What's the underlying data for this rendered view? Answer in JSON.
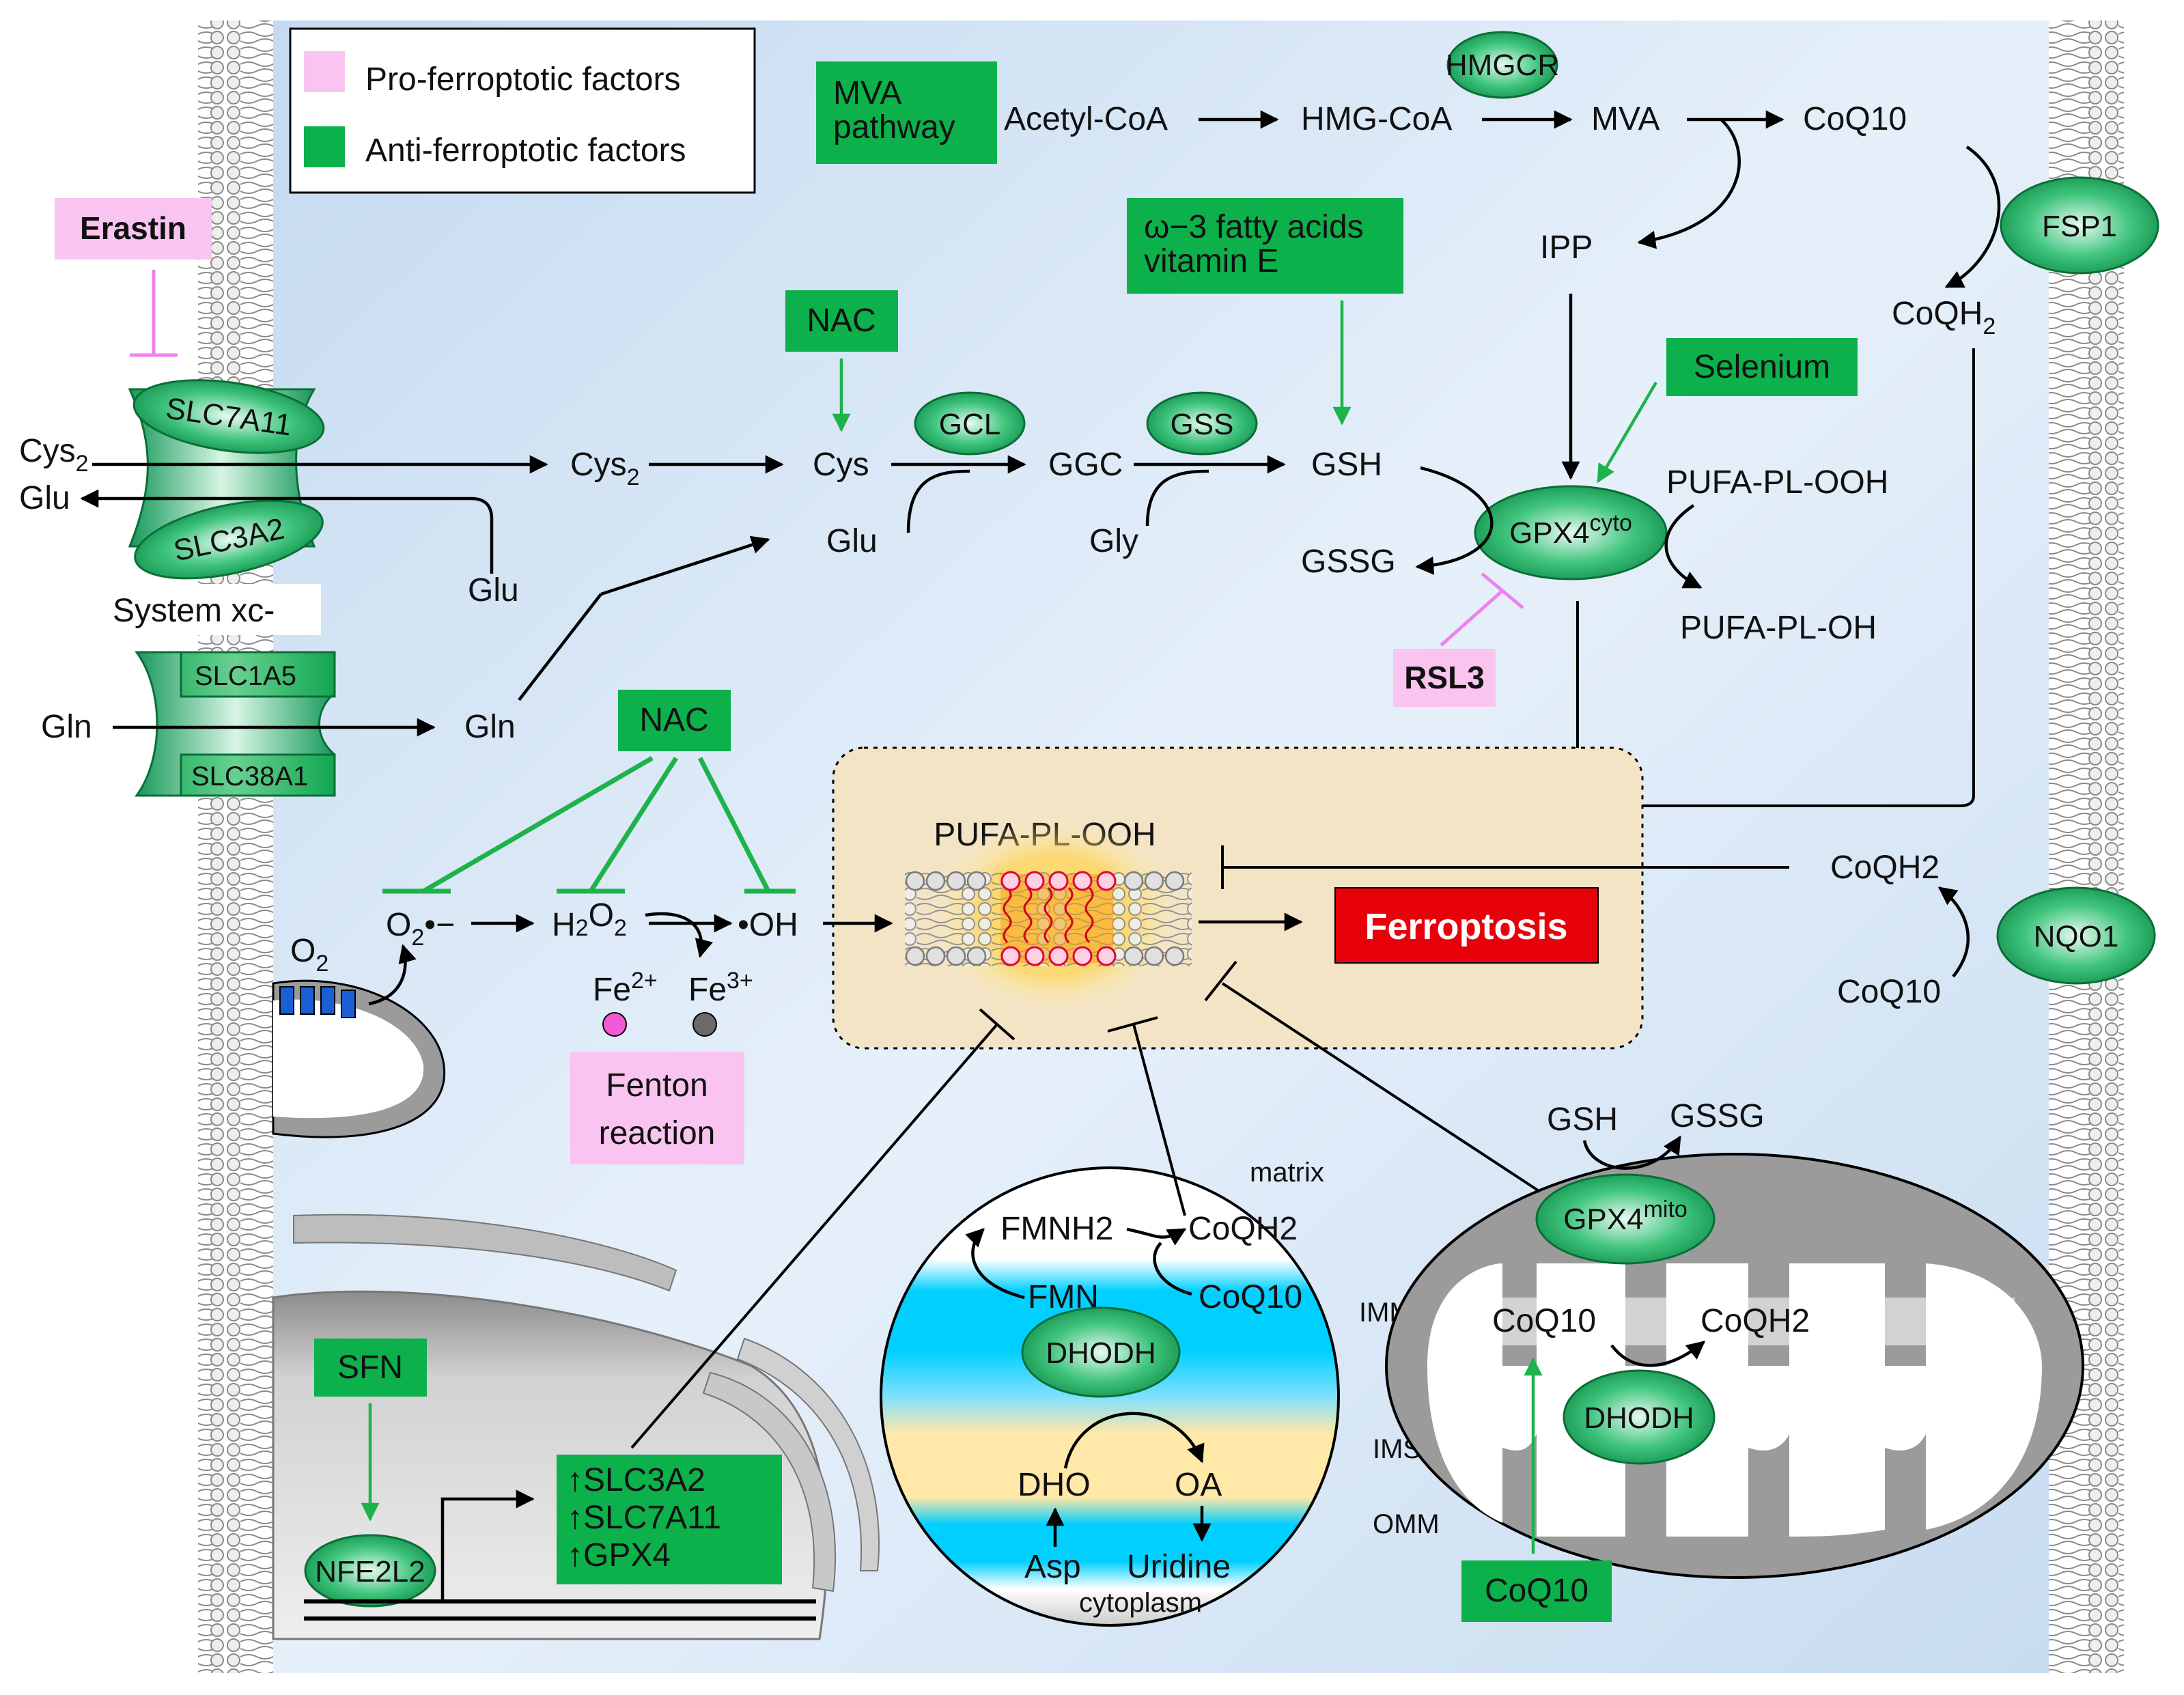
{
  "colors": {
    "pro_ferroptotic": "#f9c4f0",
    "anti_ferroptotic": "#0cb14b",
    "ferroptosis_box": "#e8000b",
    "cell_background": "#d9e8f5",
    "membrane_region": "#f3e4c6"
  },
  "legend": {
    "pro": "Pro-ferroptotic factors",
    "anti": "Anti-ferroptotic factors"
  },
  "mva_pathway": {
    "box": [
      "MVA",
      "pathway"
    ],
    "acetyl_coa": "Acetyl-CoA",
    "hmg_coa": "HMG-CoA",
    "hmgcr": "HMGCR",
    "mva": "MVA",
    "coq10": "CoQ10",
    "ipp": "IPP",
    "fsp1": "FSP1",
    "coqh2": "CoQH",
    "coqh2_sub": "2"
  },
  "supplements": {
    "omega3": [
      "ω−3 fatty acids",
      "vitamin E"
    ],
    "selenium": "Selenium",
    "nac_top": "NAC",
    "nac_ros": "NAC",
    "sfn": "SFN",
    "coq10_supp": "CoQ10"
  },
  "inducers": {
    "erastin": "Erastin",
    "rsl3": "RSL3"
  },
  "transporters": {
    "slc7a11": "SLC7A11",
    "slc3a2": "SLC3A2",
    "system_xc": "System xc-",
    "slc1a5": "SLC1A5",
    "slc38a1": "SLC38A1"
  },
  "gsh_pathway": {
    "cys2_out": "Cys",
    "cys2_in": "Cys",
    "sub2": "2",
    "glu_out": "Glu",
    "glu_in": "Glu",
    "gln_out": "Gln",
    "gln_in": "Gln",
    "cys": "Cys",
    "glu": "Glu",
    "gcl": "GCL",
    "ggc": "GGC",
    "gss": "GSS",
    "gly": "Gly",
    "gsh": "GSH",
    "gssg": "GSSG",
    "gpx4": "GPX4",
    "gpx4_sup": "cyto",
    "pufa_ooh": "PUFA-PL-OOH",
    "pufa_oh": "PUFA-PL-OH"
  },
  "ros": {
    "o2": "O",
    "o2_sub": "2",
    "superoxide": "O",
    "superoxide_sub": "2",
    "superoxide_tail": "•−",
    "h2o2": "H",
    "h2o2_mid": "O",
    "hydroxyl": "•OH",
    "fe2": "Fe",
    "fe2_sup": "2+",
    "fe3": "Fe",
    "fe3_sup": "3+",
    "fenton": [
      "Fenton",
      "reaction"
    ]
  },
  "membrane": {
    "pufa_ooh": "PUFA-PL-OOH",
    "ferroptosis": "Ferroptosis"
  },
  "nqo1_branch": {
    "coqh2": "CoQH2",
    "nqo1": "NQO1",
    "coq10": "CoQ10"
  },
  "nucleus": {
    "nfe2l2": "NFE2L2",
    "targets": [
      "↑SLC3A2",
      "↑SLC7A11",
      "↑GPX4"
    ]
  },
  "dhodh_zoom": {
    "matrix": "matrix",
    "imm": "IMM",
    "ims": "IMS",
    "omm": "OMM",
    "cytoplasm": "cytoplasm",
    "fmnh2": "FMNH2",
    "coqh2": "CoQH2",
    "fmn": "FMN",
    "coq10": "CoQ10",
    "dhodh": "DHODH",
    "dho": "DHO",
    "oa": "OA",
    "asp": "Asp",
    "uridine": "Uridine"
  },
  "mitochondrion": {
    "gsh": "GSH",
    "gssg": "GSSG",
    "gpx4": "GPX4",
    "gpx4_sup": "mito",
    "coq10": "CoQ10",
    "coqh2": "CoQH2",
    "dhodh": "DHODH"
  }
}
